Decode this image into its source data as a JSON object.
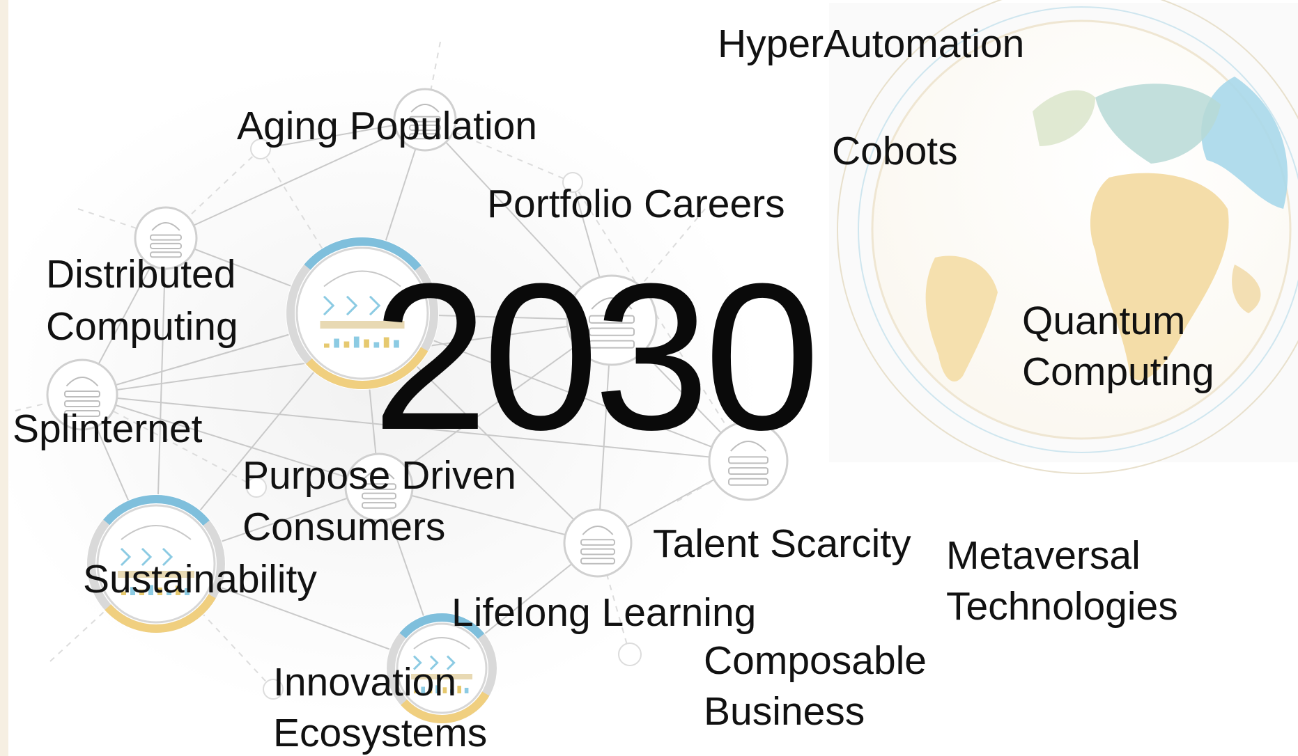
{
  "year": "2030",
  "colors": {
    "globe_blue": "#9fd3e6",
    "globe_sand": "#f3d9a0",
    "globe_green": "#cddcc4",
    "ring_blue": "#7fbfdc",
    "ring_yellow": "#f0cf7f",
    "ring_gray": "#b9b9b9"
  },
  "labels": {
    "hyperautomation": "HyperAutomation",
    "aging_population": "Aging Population",
    "cobots": "Cobots",
    "portfolio_careers": "Portfolio Careers",
    "distributed_1": "Distributed",
    "distributed_2": "Computing",
    "quantum_1": "Quantum",
    "quantum_2": "Computing",
    "splinternet": "Splinternet",
    "purpose_1": "Purpose Driven",
    "purpose_2": "Consumers",
    "talent_scarcity": "Talent Scarcity",
    "metaversal_1": "Metaversal",
    "metaversal_2": "Technologies",
    "sustainability": "Sustainability",
    "lifelong_learning": "Lifelong Learning",
    "composable_1": "Composable",
    "composable_2": "Business",
    "innovation_1": "Innovation",
    "innovation_2": "Ecosystems"
  }
}
